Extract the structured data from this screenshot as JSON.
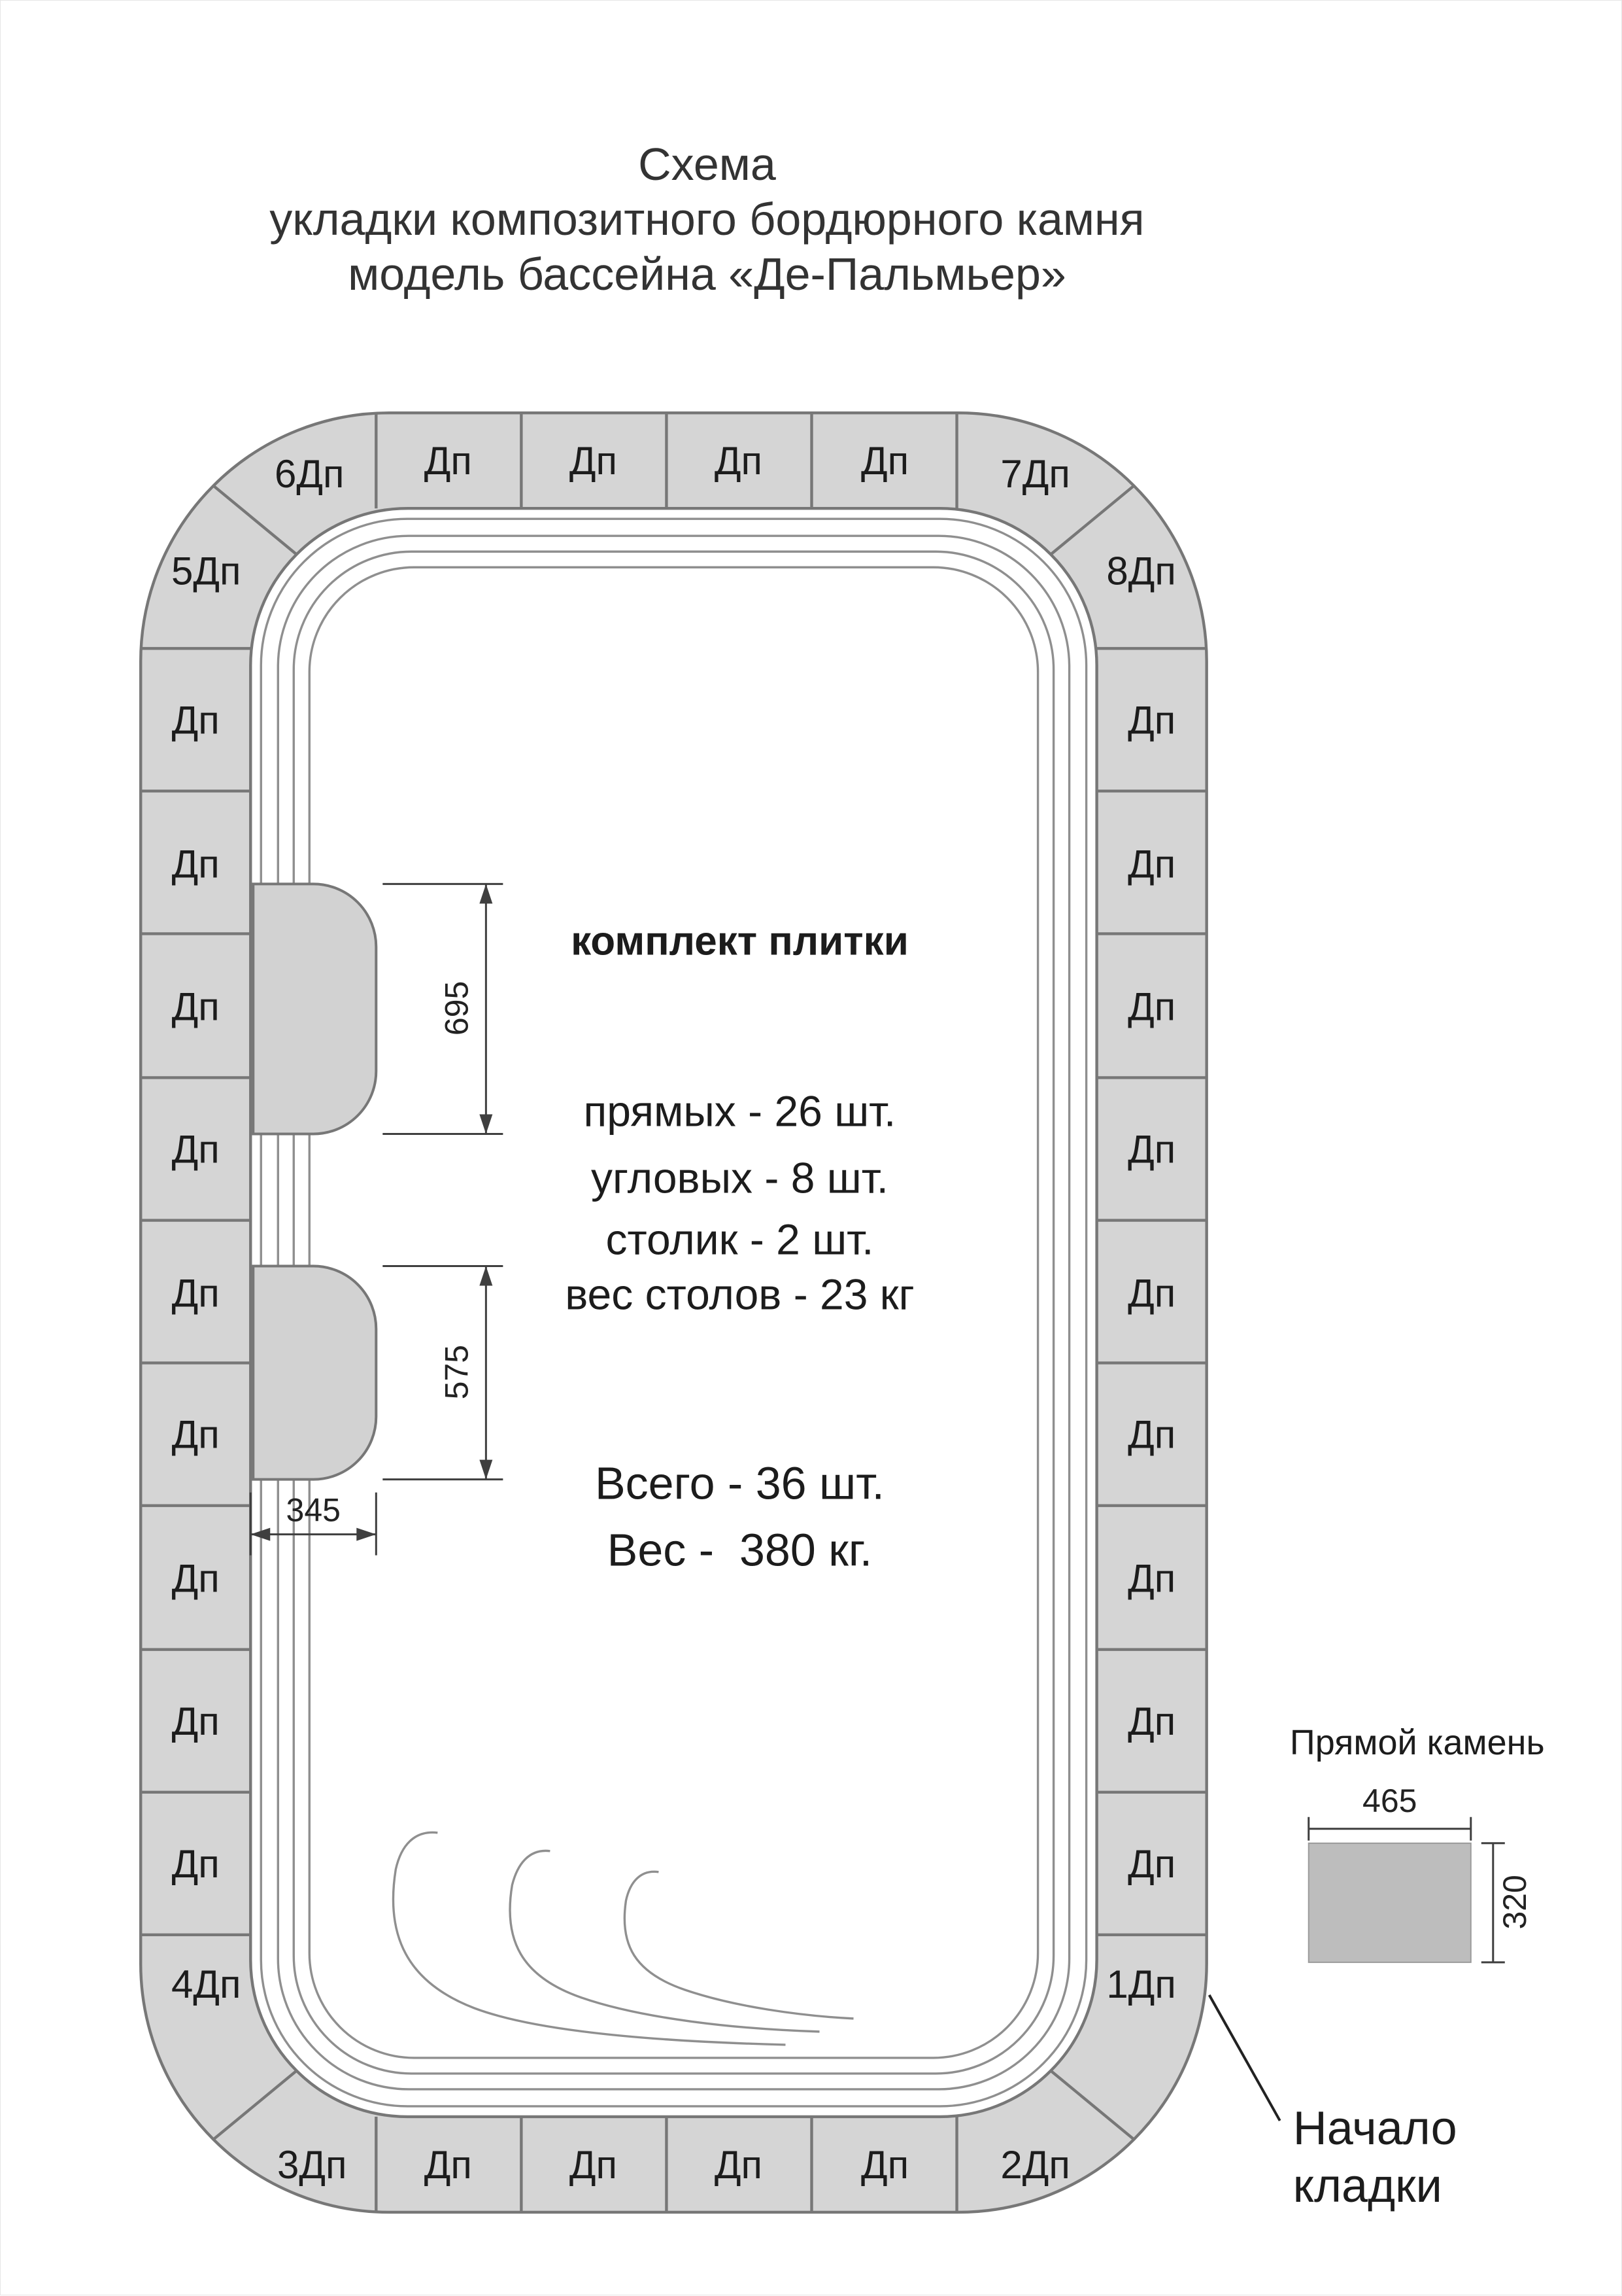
{
  "title": {
    "line1": "Схема",
    "line2": "укладки композитного бордюрного камня",
    "line3": "модель бассейна «Де-Пальмьер»"
  },
  "tiles": {
    "straight": "Дп",
    "corners": [
      "1Дп",
      "2Дп",
      "3Дп",
      "4Дп",
      "5Дп",
      "6Дп",
      "7Дп",
      "8Дп"
    ]
  },
  "dimensions": {
    "step1": "695",
    "step2": "575",
    "step_width": "345"
  },
  "kit": {
    "heading": "комплект плитки",
    "straight_count": "прямых - 26 шт.",
    "corner_count": "угловых - 8 шт.",
    "table_count": "столик - 2 шт.",
    "table_weight": "вес столов - 23 кг",
    "total_count": "Всего - 36 шт.",
    "total_weight": "Вес -  380 кг."
  },
  "stone_legend": {
    "title": "Прямой камень",
    "width_mm": "465",
    "height_mm": "320"
  },
  "start_note": {
    "line1": "Начало",
    "line2": "кладки"
  },
  "colors": {
    "tile_fill": "#d5d5d5",
    "tile_stroke": "#777777",
    "pool_line": "#8f8f8f",
    "stone_fill": "#bdbdbd",
    "text": "#1c1c1c"
  }
}
